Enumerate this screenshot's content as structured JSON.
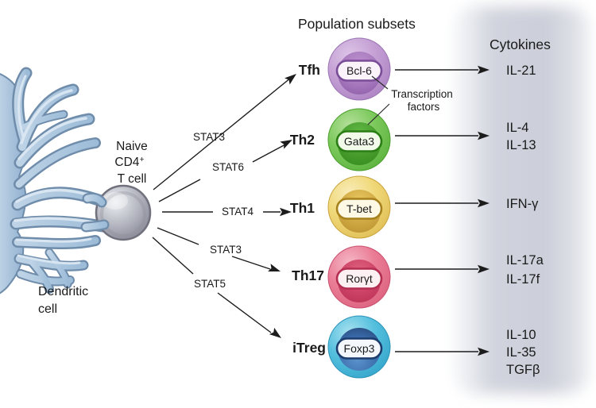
{
  "header": {
    "population_subsets": "Population subsets",
    "cytokines": "Cytokines"
  },
  "annotations": {
    "transcription_factors_line1": "Transcription",
    "transcription_factors_line2": "factors"
  },
  "dendritic_cell": {
    "label_line1": "Dendritic",
    "label_line2": "cell"
  },
  "naive_t_cell": {
    "label_line1": "Naive",
    "label_line2_base": "CD4",
    "label_line2_sup": "+",
    "label_line3": "T cell"
  },
  "pathways": [
    {
      "stat": "STAT3",
      "subset": "Tfh",
      "transcription_factor": "Bcl-6",
      "cytokines": [
        "IL-21"
      ],
      "color": "#b990cb"
    },
    {
      "stat": "STAT6",
      "subset": "Th2",
      "transcription_factor": "Gata3",
      "cytokines": [
        "IL-4",
        "IL-13"
      ],
      "color": "#67bd4d"
    },
    {
      "stat": "STAT4",
      "subset": "Th1",
      "transcription_factor": "T-bet",
      "cytokines": [
        "IFN-γ"
      ],
      "color": "#eccf62"
    },
    {
      "stat": "STAT3",
      "subset": "Th17",
      "transcription_factor": "Rorγt",
      "cytokines": [
        "IL-17a",
        "IL-17f"
      ],
      "color": "#e66e8b"
    },
    {
      "stat": "STAT5",
      "subset": "iTreg",
      "transcription_factor": "Foxp3",
      "cytokines": [
        "IL-10",
        "IL-35",
        "TGFβ"
      ],
      "color": "#45b5d8"
    }
  ]
}
